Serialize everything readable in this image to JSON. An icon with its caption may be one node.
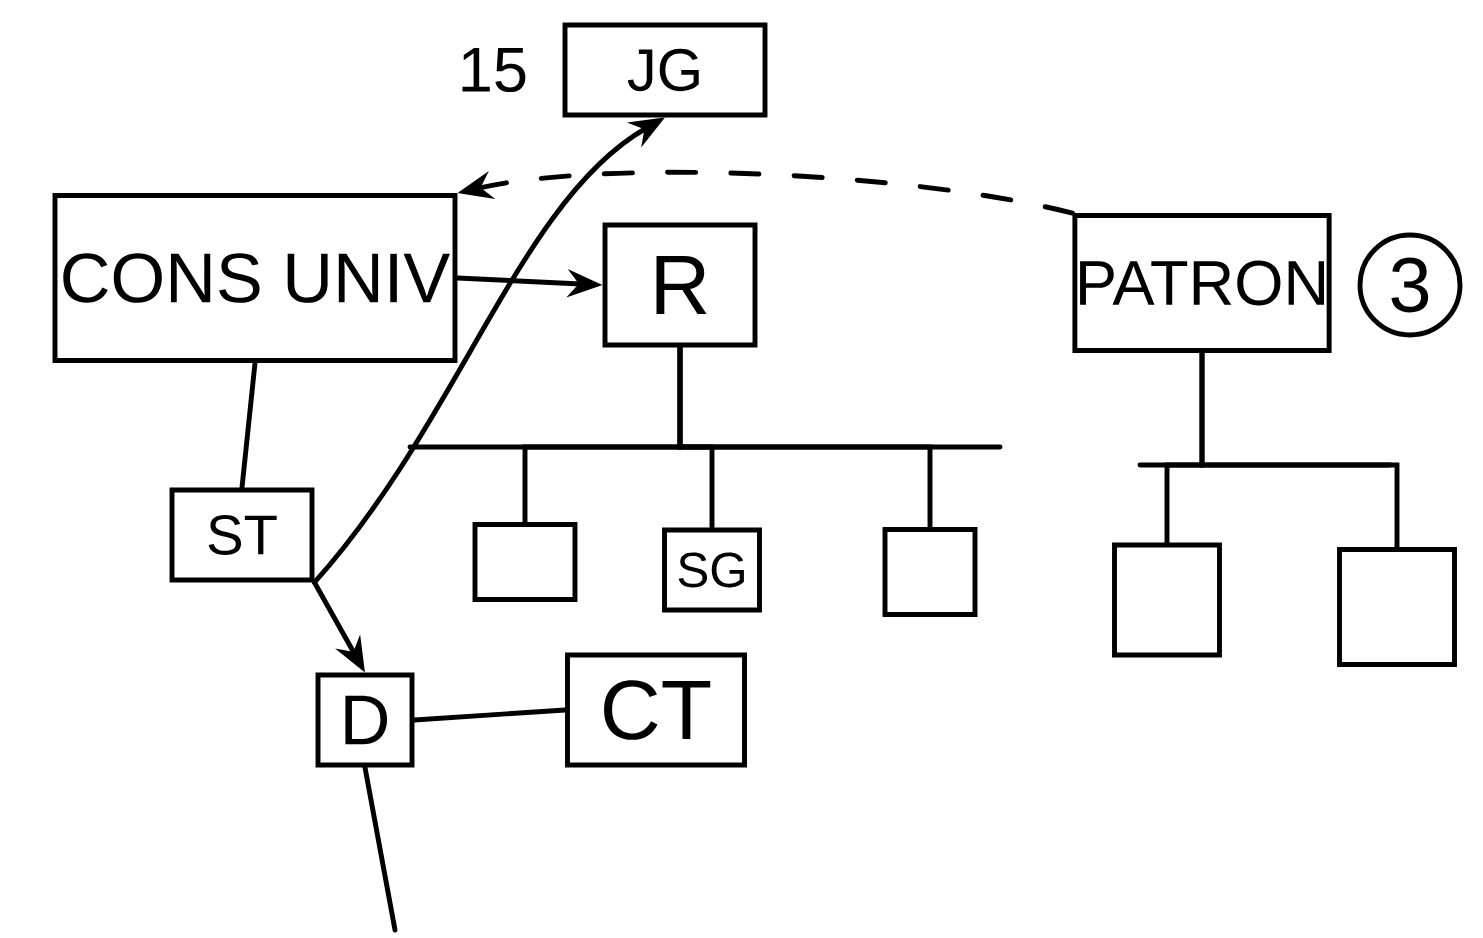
{
  "diagram": {
    "nodes": [
      {
        "text": [
          "JG"
        ],
        "beside": [
          "15"
        ]
      },
      {
        "text": [
          "CONS UNIV"
        ]
      },
      {
        "text": [
          "R"
        ]
      },
      {
        "text": [
          "PATRON"
        ]
      },
      {
        "text": [
          "3"
        ]
      },
      {
        "text": [
          "ST"
        ]
      },
      {
        "text": [],
        "shape": "box"
      },
      {
        "text": [
          "SG"
        ]
      },
      {
        "text": [],
        "shape": "box"
      },
      {
        "text": [],
        "shape": "box"
      },
      {
        "text": [],
        "shape": "box"
      },
      {
        "text": [
          "D"
        ]
      },
      {
        "text": [
          "CT"
        ]
      }
    ],
    "edges": [
      {
        "from": 1,
        "to": 5,
        "arrow": "none"
      },
      {
        "from": 1,
        "to": 2,
        "arrow": "to"
      },
      {
        "from": 3,
        "to": 1,
        "arrow": "to",
        "style": "dashed"
      },
      {
        "from": 5,
        "to": 0,
        "arrow": "to"
      },
      {
        "from": 5,
        "to": 11,
        "arrow": "to"
      },
      {
        "from": 2,
        "to": 6,
        "arrow": "none"
      },
      {
        "from": 2,
        "to": 7,
        "arrow": "none"
      },
      {
        "from": 2,
        "to": 8,
        "arrow": "none"
      },
      {
        "from": 3,
        "to": 9,
        "arrow": "none"
      },
      {
        "from": 3,
        "to": 10,
        "arrow": "none"
      },
      {
        "from": 11,
        "to": 12,
        "arrow": "none"
      },
      {
        "from": 11,
        "to": null,
        "arrow": "none"
      }
    ]
  }
}
